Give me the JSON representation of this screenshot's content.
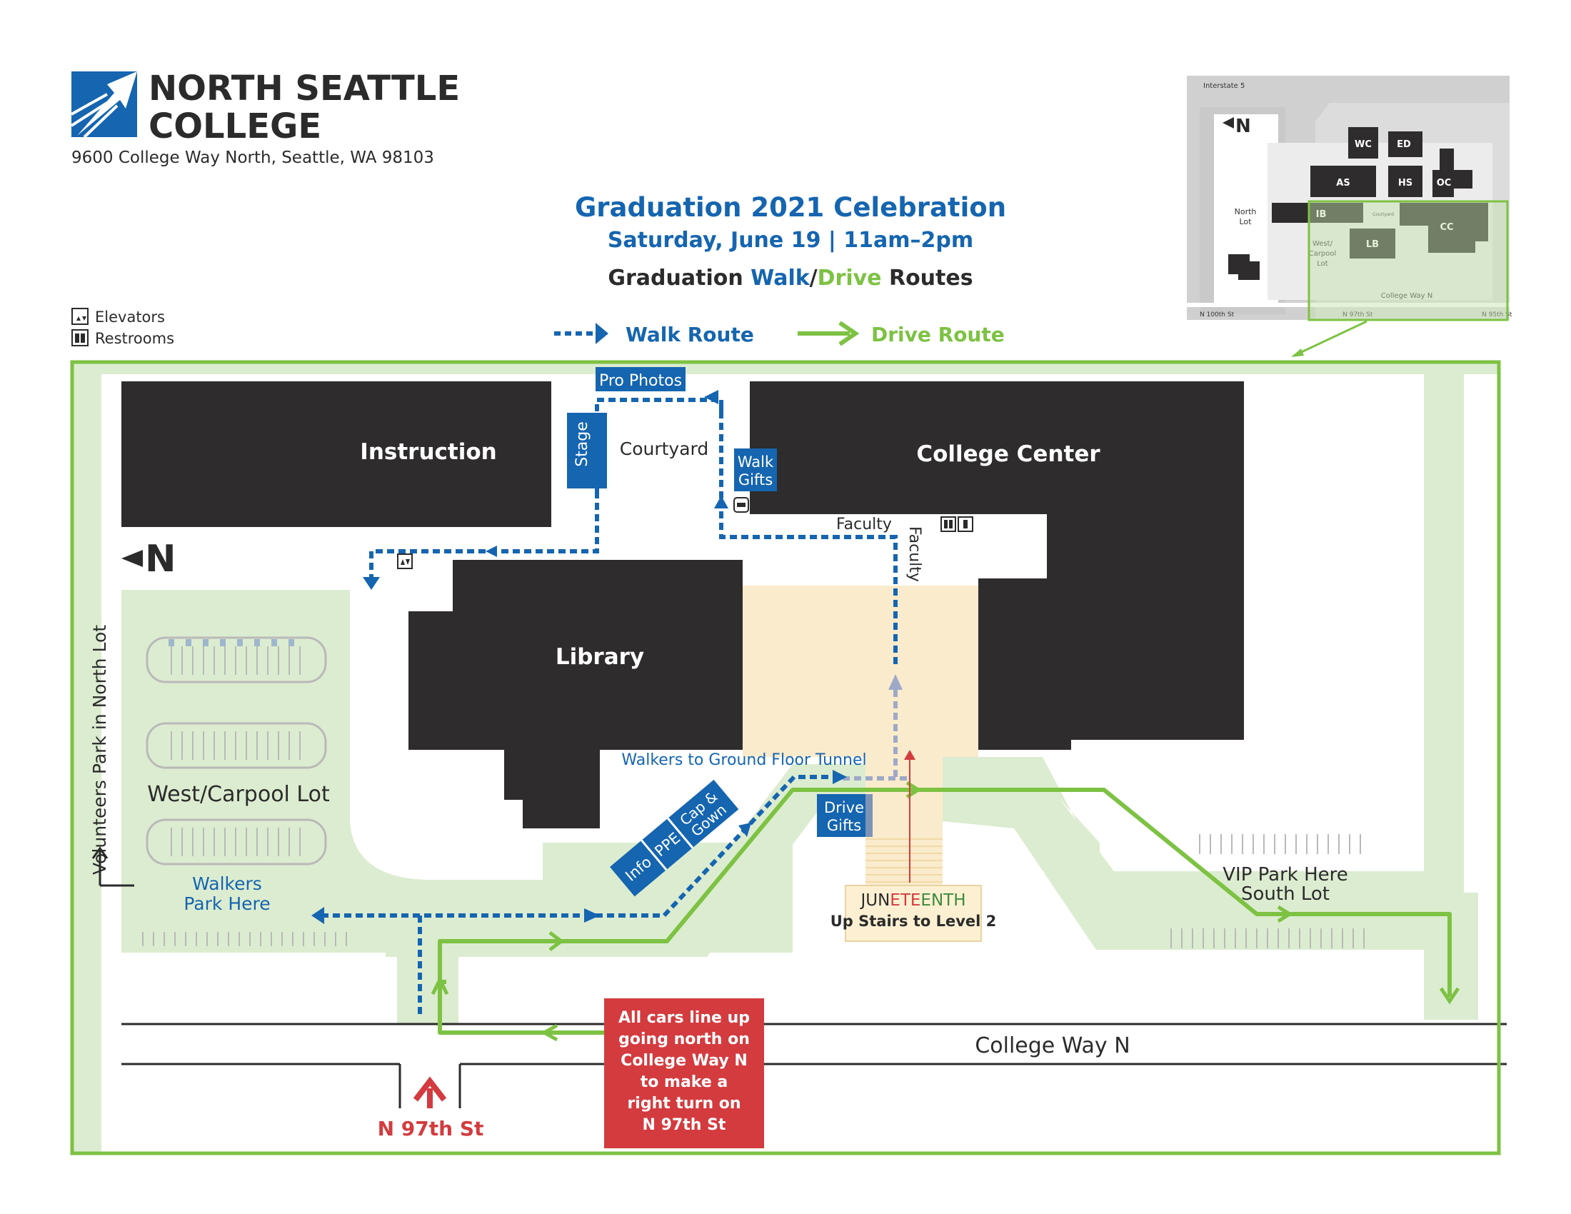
{
  "header": {
    "college_line1": "NORTH SEATTLE",
    "college_line2": "COLLEGE",
    "address": "9600 College Way North, Seattle, WA 98103",
    "event_title": "Graduation 2021 Celebration",
    "event_date": "Saturday, June 19 | 11am–2pm",
    "routes_title_pre": "Graduation ",
    "routes_title_walk": "Walk",
    "routes_title_sep": "/",
    "routes_title_drive": "Drive",
    "routes_title_post": " Routes"
  },
  "legend": {
    "elevators": "Elevators",
    "restrooms": "Restrooms",
    "walk_route": "Walk Route",
    "drive_route": "Drive Route"
  },
  "buildings": {
    "instruction": "Instruction",
    "college_center": "College Center",
    "library": "Library",
    "courtyard": "Courtyard"
  },
  "labels": {
    "pro_photos": "Pro Photos",
    "stage": "Stage",
    "walk_gifts_1": "Walk",
    "walk_gifts_2": "Gifts",
    "faculty_h": "Faculty",
    "faculty_v": "Faculty",
    "walkers_tunnel": "Walkers to Ground Floor Tunnel",
    "drive_gifts_1": "Drive",
    "drive_gifts_2": "Gifts",
    "info": "Info",
    "ppe": "PPE",
    "cap_gown_1": "Cap &",
    "cap_gown_2": "Gown",
    "west_lot": "West/Carpool Lot",
    "walkers_park_1": "Walkers",
    "walkers_park_2": "Park Here",
    "volunteers": "Volunteers Park in North Lot",
    "vip_1": "VIP Park Here",
    "vip_2": "South Lot",
    "juneteenth_a": "JUN",
    "juneteenth_b": "ETE",
    "juneteenth_c": "ENTH",
    "up_stairs": "Up Stairs to Level 2",
    "college_way": "College Way N",
    "n97": "N 97th St",
    "north": "N",
    "cars_line1": "All cars line up",
    "cars_line2": "going north on",
    "cars_line3": "College Way N",
    "cars_line4": "to make a",
    "cars_line5": "right turn on",
    "cars_line6": "N 97th St"
  },
  "inset": {
    "interstate": "Interstate 5",
    "north": "N",
    "wc": "WC",
    "ed": "ED",
    "as": "AS",
    "hs": "HS",
    "oc": "OC",
    "ib": "IB",
    "courtyard": "Courtyard",
    "cc": "CC",
    "lb": "LB",
    "north_lot_1": "North",
    "north_lot_2": "Lot",
    "west_1": "West/",
    "west_2": "Carpool",
    "west_3": "Lot",
    "college_way": "College Way N",
    "n100": "N 100th St",
    "n97": "N 97th St",
    "n95": "N 95th St"
  },
  "colors": {
    "blue": "#1565b0",
    "green": "#7dc243",
    "light_green": "#dcecd0",
    "building": "#2e2c2d",
    "plaza": "#faebcc",
    "red": "#d33b3f"
  }
}
